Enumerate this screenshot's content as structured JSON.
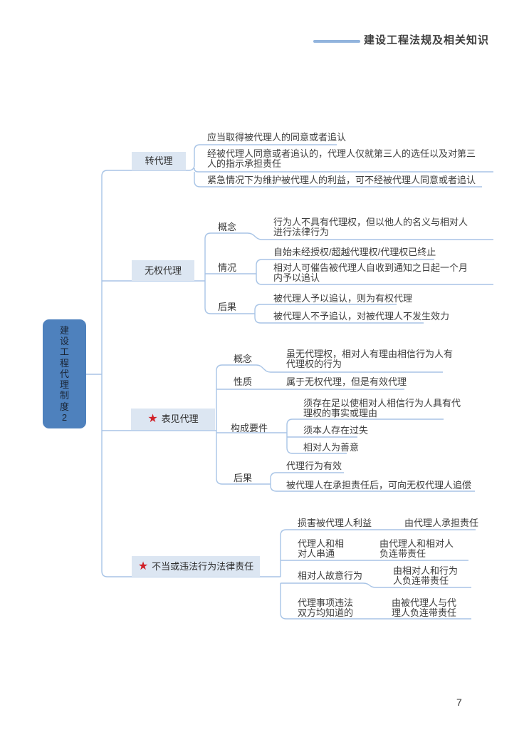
{
  "header": {
    "title": "建设工程法规及相关知识"
  },
  "page": {
    "number": "7"
  },
  "mindmap": {
    "root": {
      "label": "建设工程代理制度2"
    },
    "b1": {
      "label": "转代理",
      "c1": "应当取得被代理人的同意或者追认",
      "c2": "经被代理人同意或者追认的，代理人仅就第三人的选任以及对第三\n人的指示承担责任",
      "c3": "紧急情况下为维护被代理人的利益，可不经被代理人同意或者追认"
    },
    "b2": {
      "label": "无权代理",
      "concept": {
        "label": "概念",
        "c1": "行为人不具有代理权，但以他人的名义与相对人\n进行法律行为"
      },
      "situation": {
        "label": "情况",
        "c1": "自始未经授权/超越代理权/代理权已终止",
        "c2": "相对人可催告被代理人自收到通知之日起一个月\n内予以追认"
      },
      "consequence": {
        "label": "后果",
        "c1": "被代理人予以追认，则为有权代理",
        "c2": "被代理人不予追认，对被代理人不发生效力"
      }
    },
    "b3": {
      "label": "表见代理",
      "star": "★",
      "concept": {
        "label": "概念",
        "c1": "虽无代理权，相对人有理由相信行为人有\n代理权的行为"
      },
      "nature": {
        "label": "性质",
        "c1": "属于无权代理，但是有效代理"
      },
      "elements": {
        "label": "构成要件",
        "c1": "须存在足以使相对人相信行为人具有代\n理权的事实或理由",
        "c2": "须本人存在过失",
        "c3": "相对人为善意"
      },
      "consequence": {
        "label": "后果",
        "c1": "代理行为有效",
        "c2": "被代理人在承担责任后，可向无权代理人追偿"
      }
    },
    "b4": {
      "label": "不当或违法行为法律责任",
      "star": "★",
      "r1": {
        "label": "损害被代理人利益",
        "value": "由代理人承担责任"
      },
      "r2": {
        "label": "代理人和相\n对人串通",
        "value": "由代理人和相对人\n负连带责任"
      },
      "r3": {
        "label": "相对人故意行为",
        "value": "由相对人和行为\n人负连带责任"
      },
      "r4": {
        "label": "代理事项违法\n双方均知道的",
        "value": "由被代理人与代\n理人负连带责任"
      }
    }
  }
}
